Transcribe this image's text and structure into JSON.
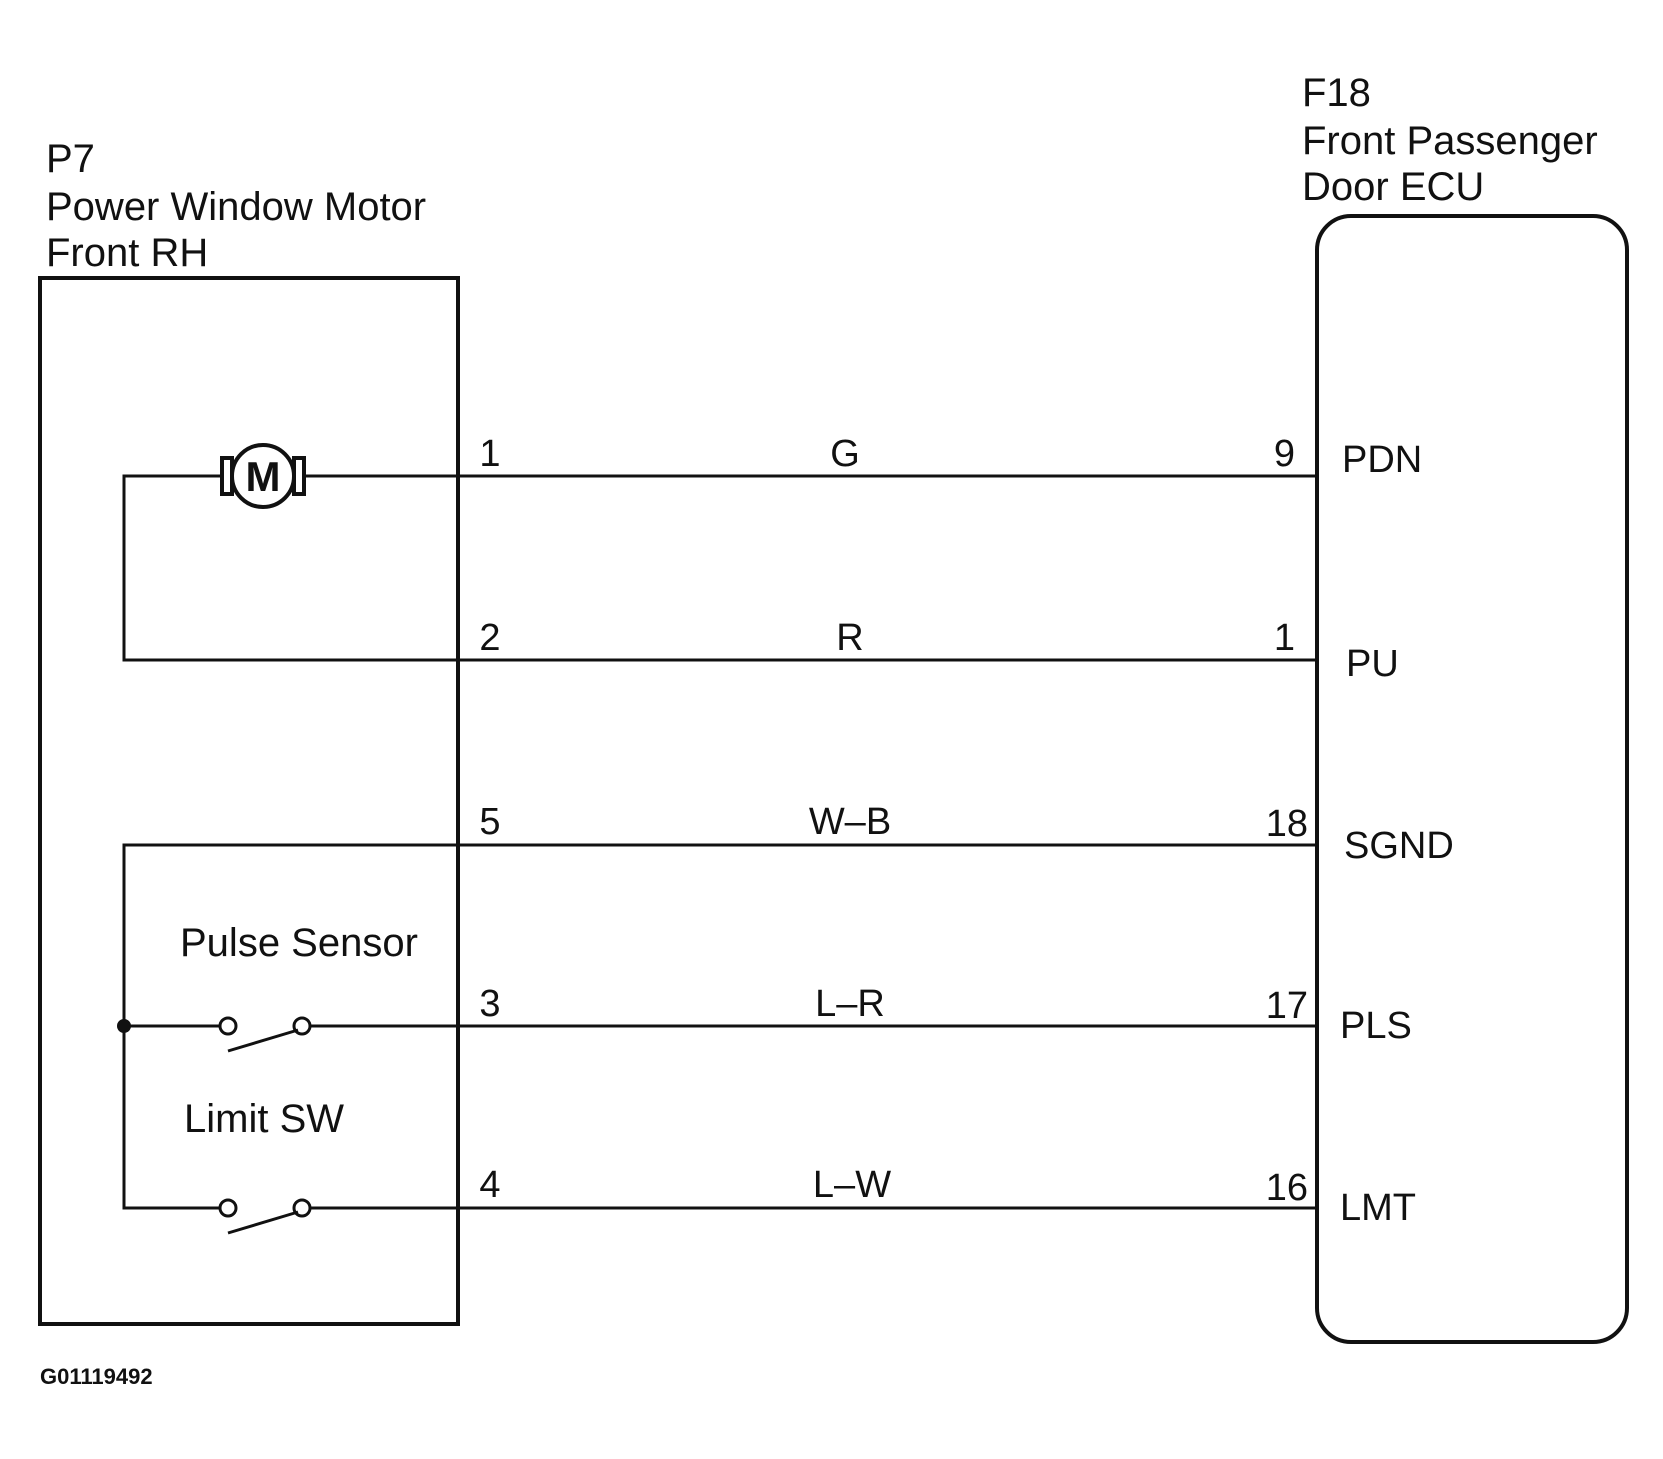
{
  "motor_component": {
    "code": "P7",
    "name_line1": "Power Window Motor",
    "name_line2": "Front RH",
    "motor_symbol": "M",
    "pulse_sensor_label": "Pulse Sensor",
    "limit_switch_label": "Limit SW"
  },
  "ecu_component": {
    "code": "F18",
    "name_line1": "Front Passenger",
    "name_line2": "Door ECU"
  },
  "connections": [
    {
      "motor_pin": "1",
      "wire_color": "G",
      "ecu_pin": "9",
      "signal": "PDN"
    },
    {
      "motor_pin": "2",
      "wire_color": "R",
      "ecu_pin": "1",
      "signal": "PU"
    },
    {
      "motor_pin": "5",
      "wire_color": "W–B",
      "ecu_pin": "18",
      "signal": "SGND"
    },
    {
      "motor_pin": "3",
      "wire_color": "L–R",
      "ecu_pin": "17",
      "signal": "PLS"
    },
    {
      "motor_pin": "4",
      "wire_color": "L–W",
      "ecu_pin": "16",
      "signal": "LMT"
    }
  ],
  "figure_code": "G01119492"
}
